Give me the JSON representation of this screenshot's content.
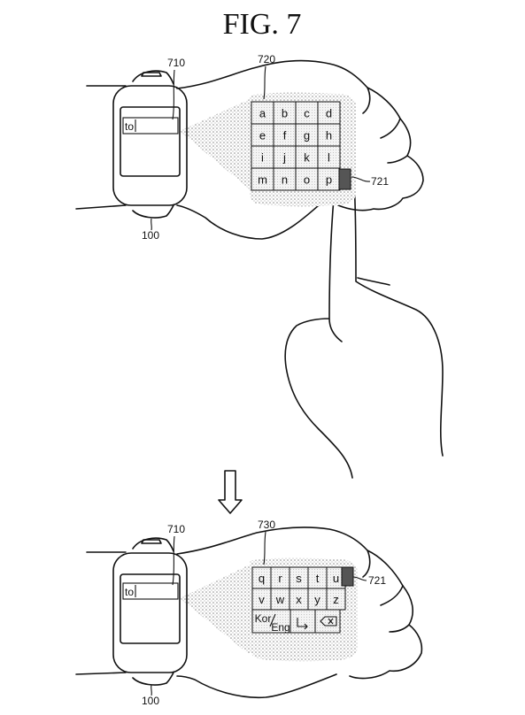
{
  "title": "FIG. 7",
  "top_panel": {
    "ref_watch_input": "710",
    "ref_keyboard": "720",
    "ref_scroll": "721",
    "ref_device": "100",
    "input_text": "to",
    "keys": [
      "a",
      "b",
      "c",
      "d",
      "e",
      "f",
      "g",
      "h",
      "i",
      "j",
      "k",
      "l",
      "m",
      "n",
      "o",
      "p"
    ]
  },
  "bottom_panel": {
    "ref_watch_input": "710",
    "ref_keyboard": "730",
    "ref_scroll": "721",
    "ref_device": "100",
    "input_text": "to",
    "keys": [
      "q",
      "r",
      "s",
      "t",
      "u",
      "v",
      "w",
      "x",
      "y",
      "z"
    ],
    "lang_key_top": "Kor",
    "lang_key_bottom": "Eng",
    "enter_icon": "enter-icon",
    "backspace_icon": "backspace-icon"
  },
  "colors": {
    "line": "#111111",
    "projection": "#c8c8c8",
    "key_fill": "#e8e8e8",
    "scroll_mark": "#555555"
  }
}
